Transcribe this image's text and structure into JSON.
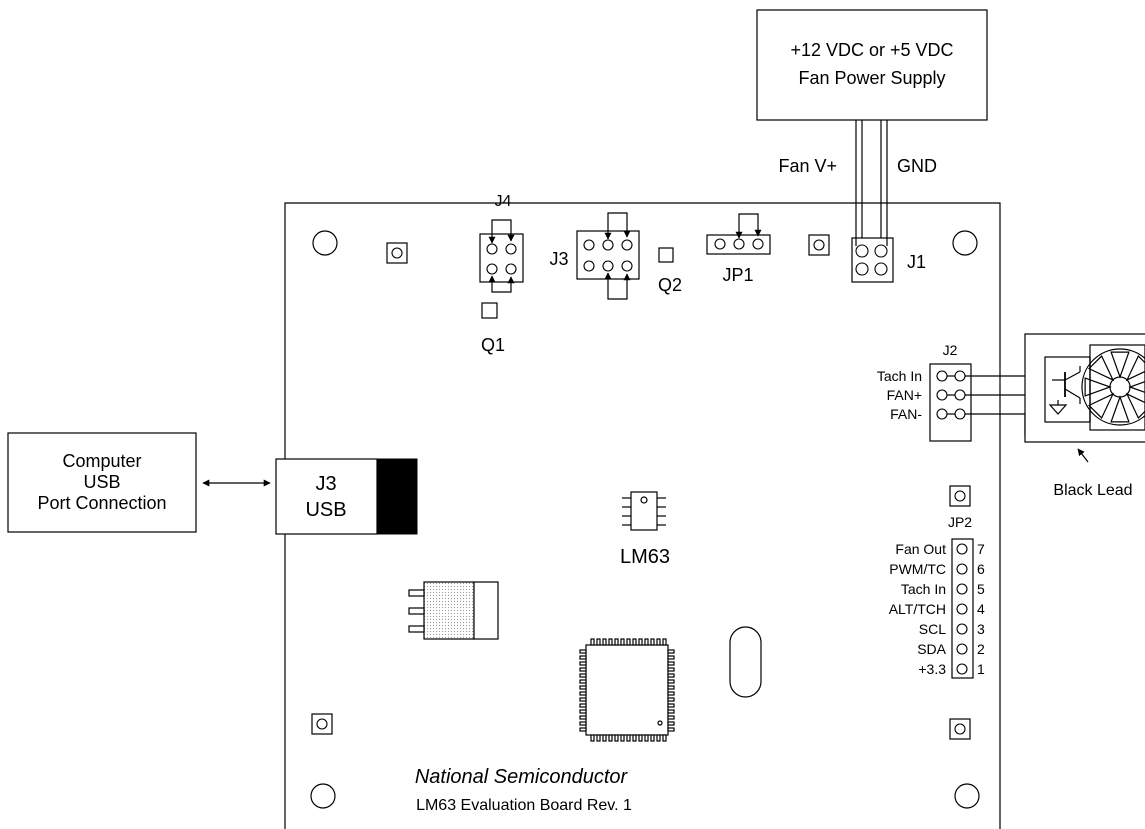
{
  "power_supply": {
    "line1": "+12 VDC or +5 VDC",
    "line2": "Fan Power Supply"
  },
  "wires": {
    "fan_v_plus": "Fan V+",
    "gnd": "GND"
  },
  "computer": {
    "line1": "Computer",
    "line2": "USB",
    "line3": "Port Connection"
  },
  "usb_connector": {
    "line1": "J3",
    "line2": "USB"
  },
  "connectors": {
    "j1": "J1",
    "j2": "J2",
    "j3": "J3",
    "j4": "J4",
    "jp1": "JP1",
    "jp2": "JP2",
    "q1": "Q1",
    "q2": "Q2"
  },
  "j2_pins": [
    "Tach In",
    "FAN+",
    "FAN-"
  ],
  "chip": {
    "label": "LM63"
  },
  "jp2_pins": [
    {
      "name": "Fan Out",
      "num": "7"
    },
    {
      "name": "PWM/TC",
      "num": "6"
    },
    {
      "name": "Tach In",
      "num": "5"
    },
    {
      "name": "ALT/TCH",
      "num": "4"
    },
    {
      "name": "SCL",
      "num": "3"
    },
    {
      "name": "SDA",
      "num": "2"
    },
    {
      "name": "+3.3",
      "num": "1"
    }
  ],
  "fan": {
    "lead_label": "Black Lead"
  },
  "board": {
    "maker": "National Semiconductor",
    "title": "LM63 Evaluation Board Rev. 1"
  }
}
